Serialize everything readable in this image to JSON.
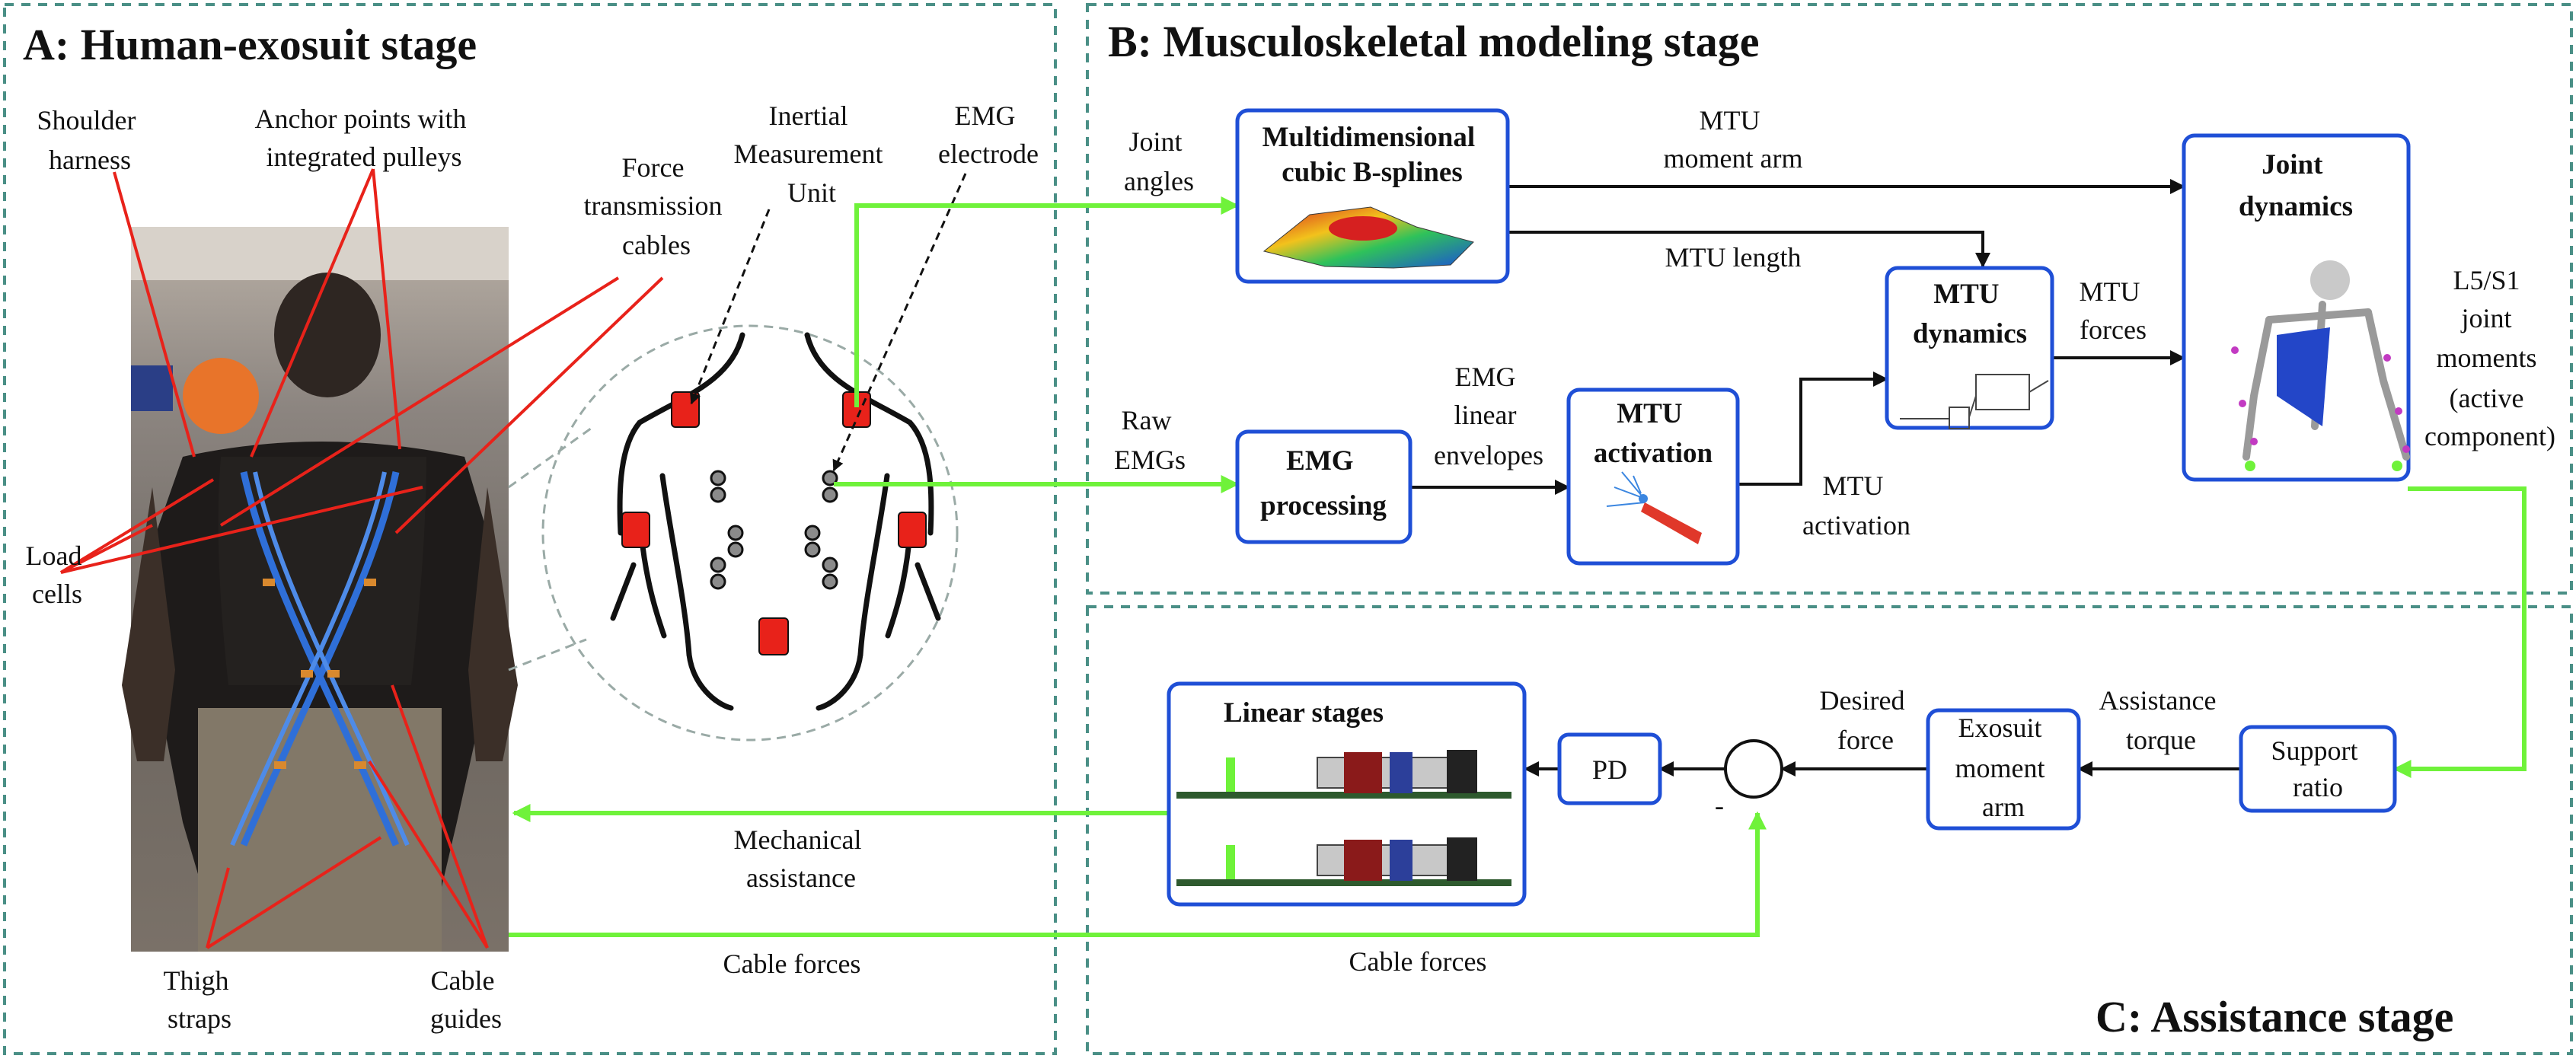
{
  "colors": {
    "frame": "#4a8f86",
    "box": "#1f4fd6",
    "green": "#6ff23a",
    "red": "#e8221a",
    "black": "#111111"
  },
  "stages": {
    "a": "A: Human-exosuit stage",
    "b": "B: Musculoskeletal modeling stage",
    "c": "C: Assistance stage"
  },
  "photo_labels": {
    "shoulder": [
      "Shoulder",
      "harness"
    ],
    "anchor": [
      "Anchor points with",
      "integrated pulleys"
    ],
    "force_cables": [
      "Force",
      "transmission",
      "cables"
    ],
    "imu": [
      "Inertial",
      "Measurement",
      "Unit"
    ],
    "emg_electrode": [
      "EMG",
      "electrode"
    ],
    "load_cells": [
      "Load",
      "cells"
    ],
    "thigh": [
      "Thigh",
      "straps"
    ],
    "cable_guides": [
      "Cable",
      "guides"
    ]
  },
  "boxes": {
    "bsplines": [
      "Multidimensional",
      "cubic B-splines"
    ],
    "joint_dynamics": [
      "Joint",
      "dynamics"
    ],
    "mtu_dynamics": [
      "MTU",
      "dynamics"
    ],
    "emg_processing": [
      "EMG",
      "processing"
    ],
    "mtu_activation": [
      "MTU",
      "activation"
    ],
    "linear_stages": "Linear stages",
    "pd": "PD",
    "exosuit_arm": [
      "Exosuit",
      "moment",
      "arm"
    ],
    "support": [
      "Support",
      "ratio"
    ]
  },
  "edge_labels": {
    "joint_angles": [
      "Joint",
      "angles"
    ],
    "raw_emgs": [
      "Raw",
      "EMGs"
    ],
    "mtu_moment_arm": [
      "MTU",
      "moment arm"
    ],
    "mtu_length": "MTU length",
    "mtu_forces": [
      "MTU",
      "forces"
    ],
    "emg_envelopes": [
      "EMG",
      "linear",
      "envelopes"
    ],
    "mtu_activation_out": [
      "MTU",
      "activation"
    ],
    "l5s1": [
      "L5/S1",
      "joint",
      "moments",
      "(active",
      "component)"
    ],
    "assistance_torque": [
      "Assistance",
      "torque"
    ],
    "desired_force": [
      "Desired",
      "force"
    ],
    "minus": "-",
    "mechanical_assistance": [
      "Mechanical",
      "assistance"
    ],
    "cable_forces_left": "Cable forces",
    "cable_forces_right": "Cable forces"
  }
}
